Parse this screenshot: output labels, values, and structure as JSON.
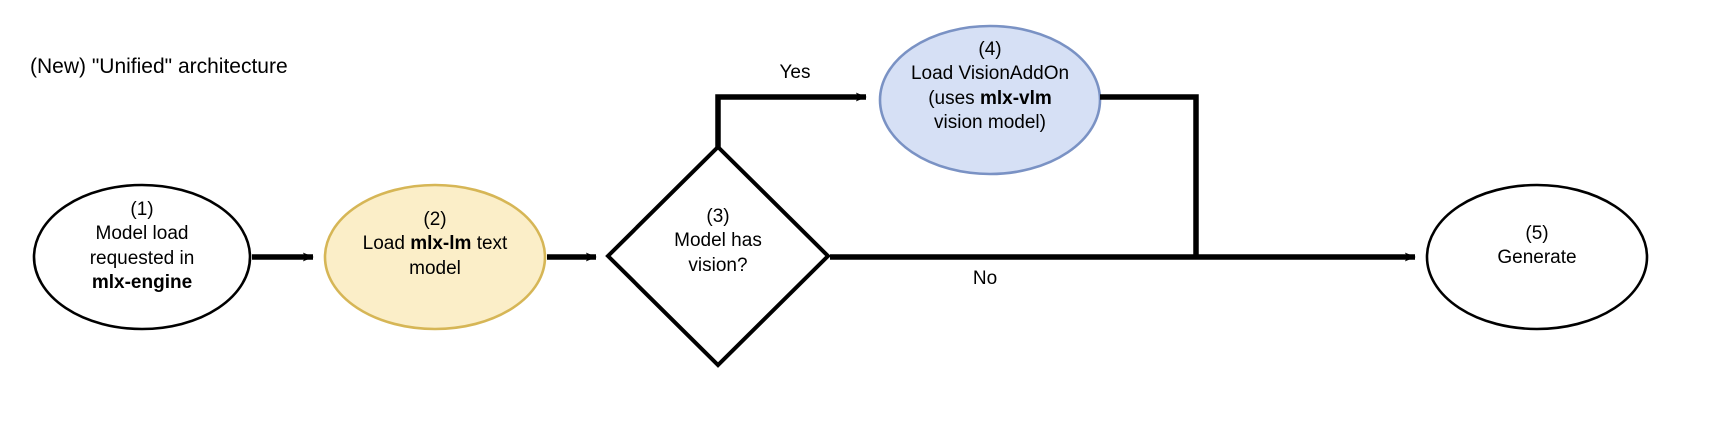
{
  "diagram": {
    "title": "(New) \"Unified\" architecture",
    "type": "flowchart",
    "background": "#ffffff",
    "stroke_color": "#000000",
    "nodes": [
      {
        "id": "n1",
        "number": "(1)",
        "shape": "ellipse",
        "fill": "#ffffff",
        "border": "#000000",
        "lines": [
          "Model load",
          "requested in",
          "mlx-engine"
        ],
        "bold_line_index": 2,
        "label_plain": "(1) Model load requested in mlx-engine"
      },
      {
        "id": "n2",
        "number": "(2)",
        "shape": "ellipse",
        "fill": "#fbeec8",
        "border": "#d6b656",
        "line1_pre": "Load ",
        "line1_bold": "mlx-lm",
        "line1_post": " text",
        "line2": "model",
        "label_plain": "(2) Load mlx-lm text model"
      },
      {
        "id": "n3",
        "number": "(3)",
        "shape": "diamond",
        "fill": "#ffffff",
        "border": "#000000",
        "lines": [
          "Model has",
          "vision?"
        ],
        "label_plain": "(3) Model has vision?"
      },
      {
        "id": "n4",
        "number": "(4)",
        "shape": "ellipse",
        "fill": "#d6e0f5",
        "border": "#7a92c4",
        "line1": "Load VisionAddOn",
        "line2_pre": "(uses ",
        "line2_bold": "mlx-vlm",
        "line3": "vision model)",
        "label_plain": "(4) Load VisionAddOn (uses mlx-vlm vision model)"
      },
      {
        "id": "n5",
        "number": "(5)",
        "shape": "ellipse",
        "fill": "#ffffff",
        "border": "#000000",
        "lines": [
          "Generate"
        ],
        "label_plain": "(5) Generate"
      }
    ],
    "edges": [
      {
        "id": "e1",
        "from": "n1",
        "to": "n2",
        "label": ""
      },
      {
        "id": "e2",
        "from": "n2",
        "to": "n3",
        "label": ""
      },
      {
        "id": "e3",
        "from": "n3",
        "to": "n4",
        "label": "Yes"
      },
      {
        "id": "e4",
        "from": "n3",
        "to": "n5",
        "label": "No"
      },
      {
        "id": "e5",
        "from": "n4",
        "to": "n5",
        "label": ""
      }
    ]
  }
}
